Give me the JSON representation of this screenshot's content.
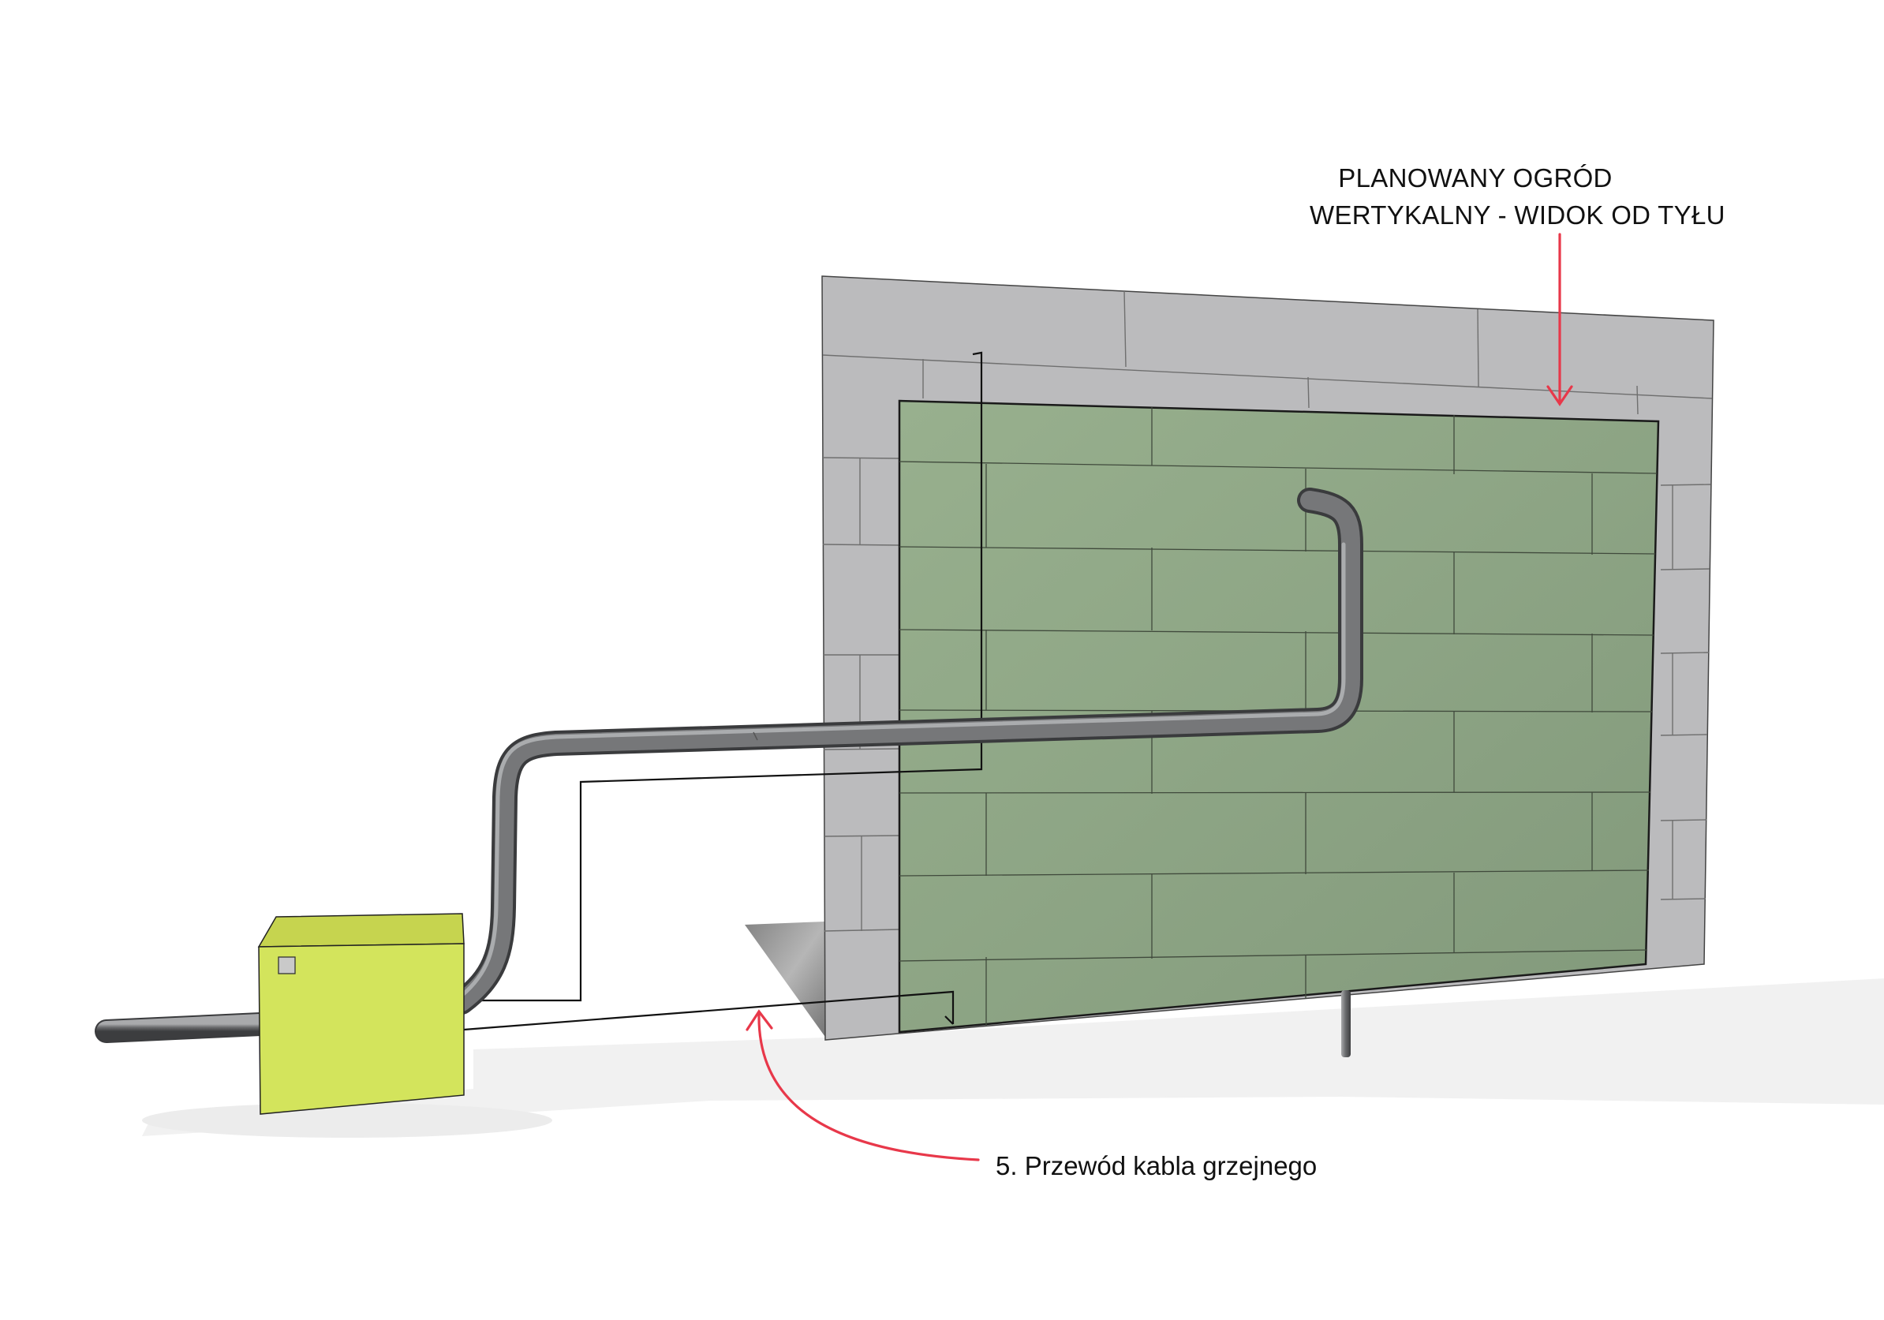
{
  "annotations": {
    "garden_line1": "PLANOWANY OGRÓD",
    "garden_line2": "WERTYKALNY - WIDOK OD TYŁU",
    "cable_label": "5. Przewód kabla grzejnego"
  },
  "colors": {
    "wall_gray": "#b9b9bb",
    "garden_green": "#8fa885",
    "box_yellow_green": "#d3e45c",
    "pipe_gray": "#6d6e70",
    "arrow_red": "#e8384a",
    "cable_black": "#111111"
  },
  "icons": {
    "garden_arrow": "arrow-down-icon",
    "cable_arrow": "curved-arrow-up-icon"
  }
}
